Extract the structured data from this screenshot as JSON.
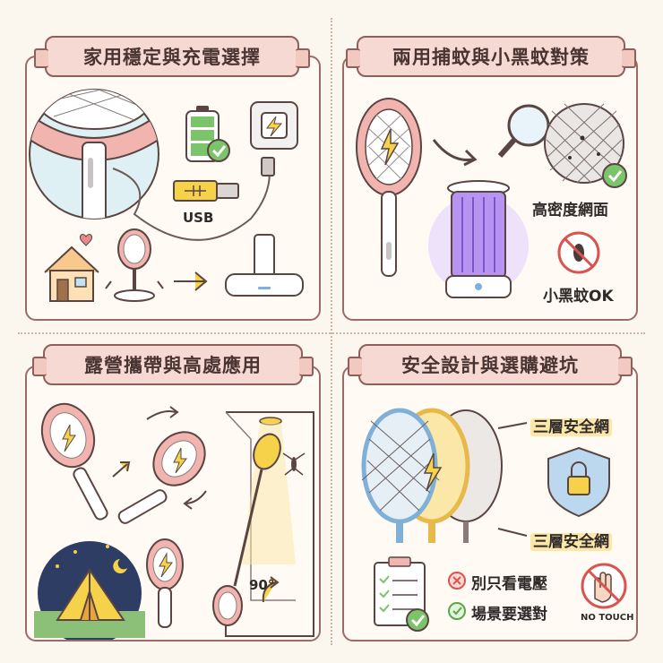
{
  "panels": [
    {
      "title": "家用穩定與充電選擇",
      "usb_label": "USB"
    },
    {
      "title": "兩用捕蚊與小黑蚊對策",
      "mesh_label": "高密度網面",
      "midge_label": "小黑蚊OK"
    },
    {
      "title": "露營攜帶與高處應用",
      "angle_label": "90°"
    },
    {
      "title": "安全設計與選購避坑",
      "layers_label_1": "三層安全網",
      "layers_label_2": "三層安全網",
      "tip_voltage": "別只看電壓",
      "tip_scene": "場景要選對",
      "no_touch": "NO TOUCH"
    }
  ],
  "colors": {
    "pink": "#f2b4ae",
    "outline": "#5a4543",
    "yellow": "#f5d24a",
    "blue": "#7fb0d8",
    "purple": "#9b6fe0",
    "green": "#7cc46a",
    "red": "#d9534f"
  }
}
